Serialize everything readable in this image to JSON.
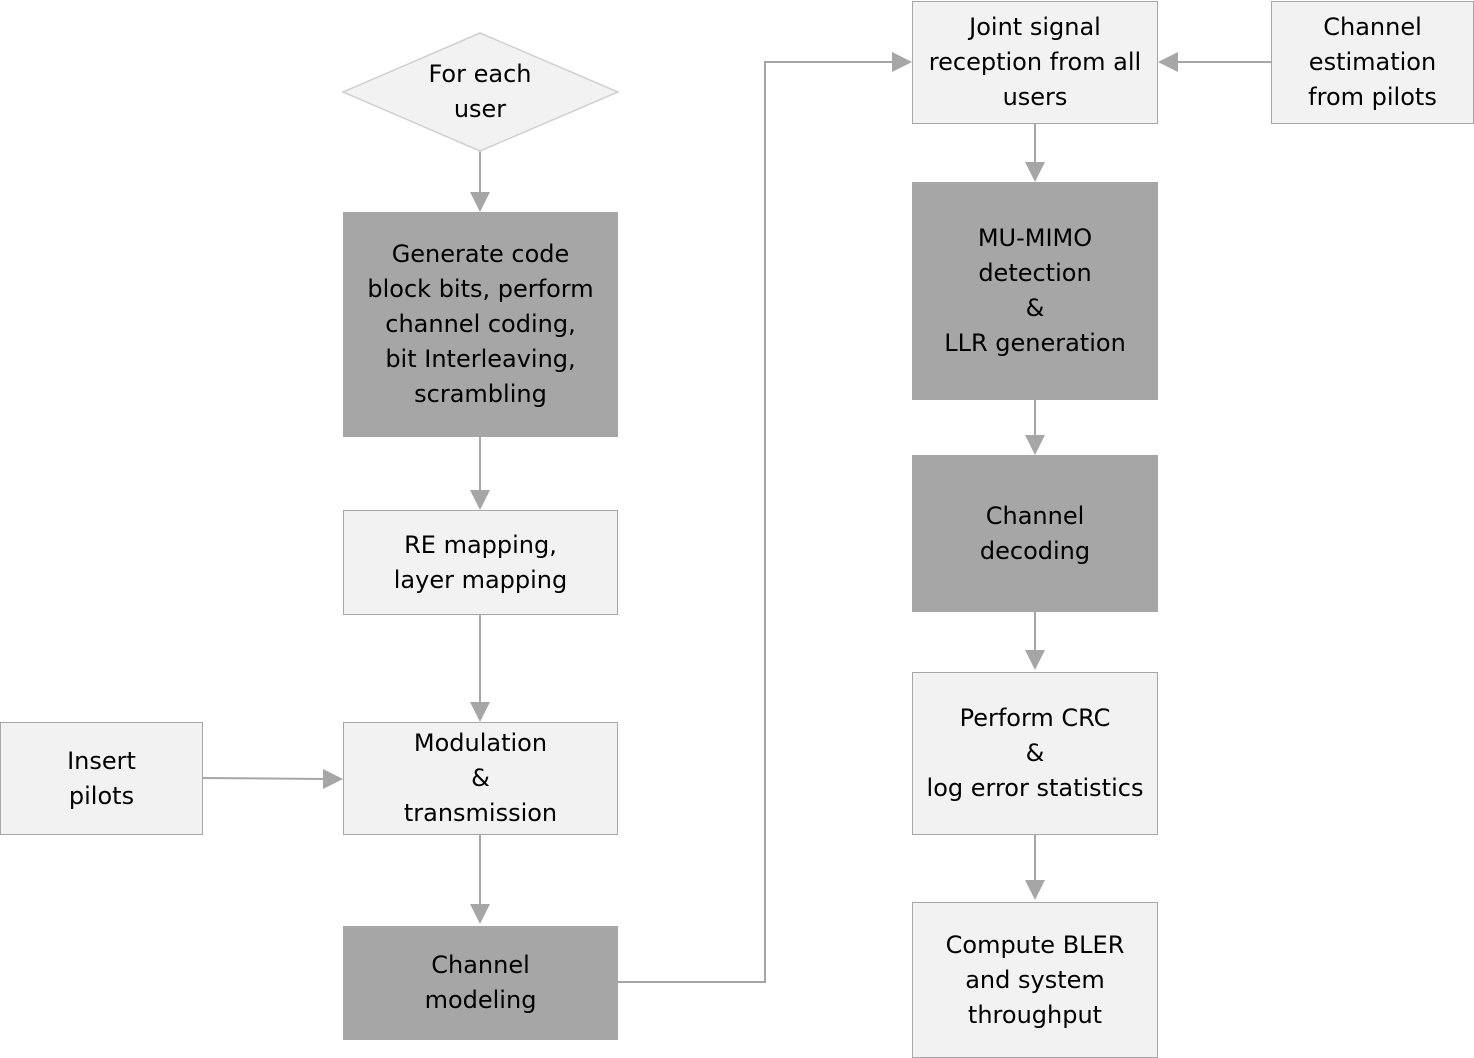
{
  "colors": {
    "light_fill": "#f2f2f2",
    "dark_fill": "#a6a6a6",
    "border": "#a6a6a6",
    "arrow": "#a6a6a6",
    "text": "#000000"
  },
  "nodes": {
    "for_each_user": "For each\nuser",
    "generate_bits": "Generate code\nblock bits, perform\nchannel coding,\nbit Interleaving,\nscrambling",
    "re_mapping": "RE mapping,\nlayer mapping",
    "insert_pilots": "Insert\npilots",
    "modulation": "Modulation\n&\ntransmission",
    "channel_modeling": "Channel\nmodeling",
    "joint_reception": "Joint signal\nreception from all\nusers",
    "channel_estimation": "Channel\nestimation\nfrom pilots",
    "mu_mimo": "MU-MIMO\ndetection\n&\nLLR generation",
    "channel_decoding": "Channel\ndecoding",
    "perform_crc": "Perform CRC\n&\nlog error statistics",
    "compute_bler": "Compute BLER\nand system\nthroughput"
  }
}
